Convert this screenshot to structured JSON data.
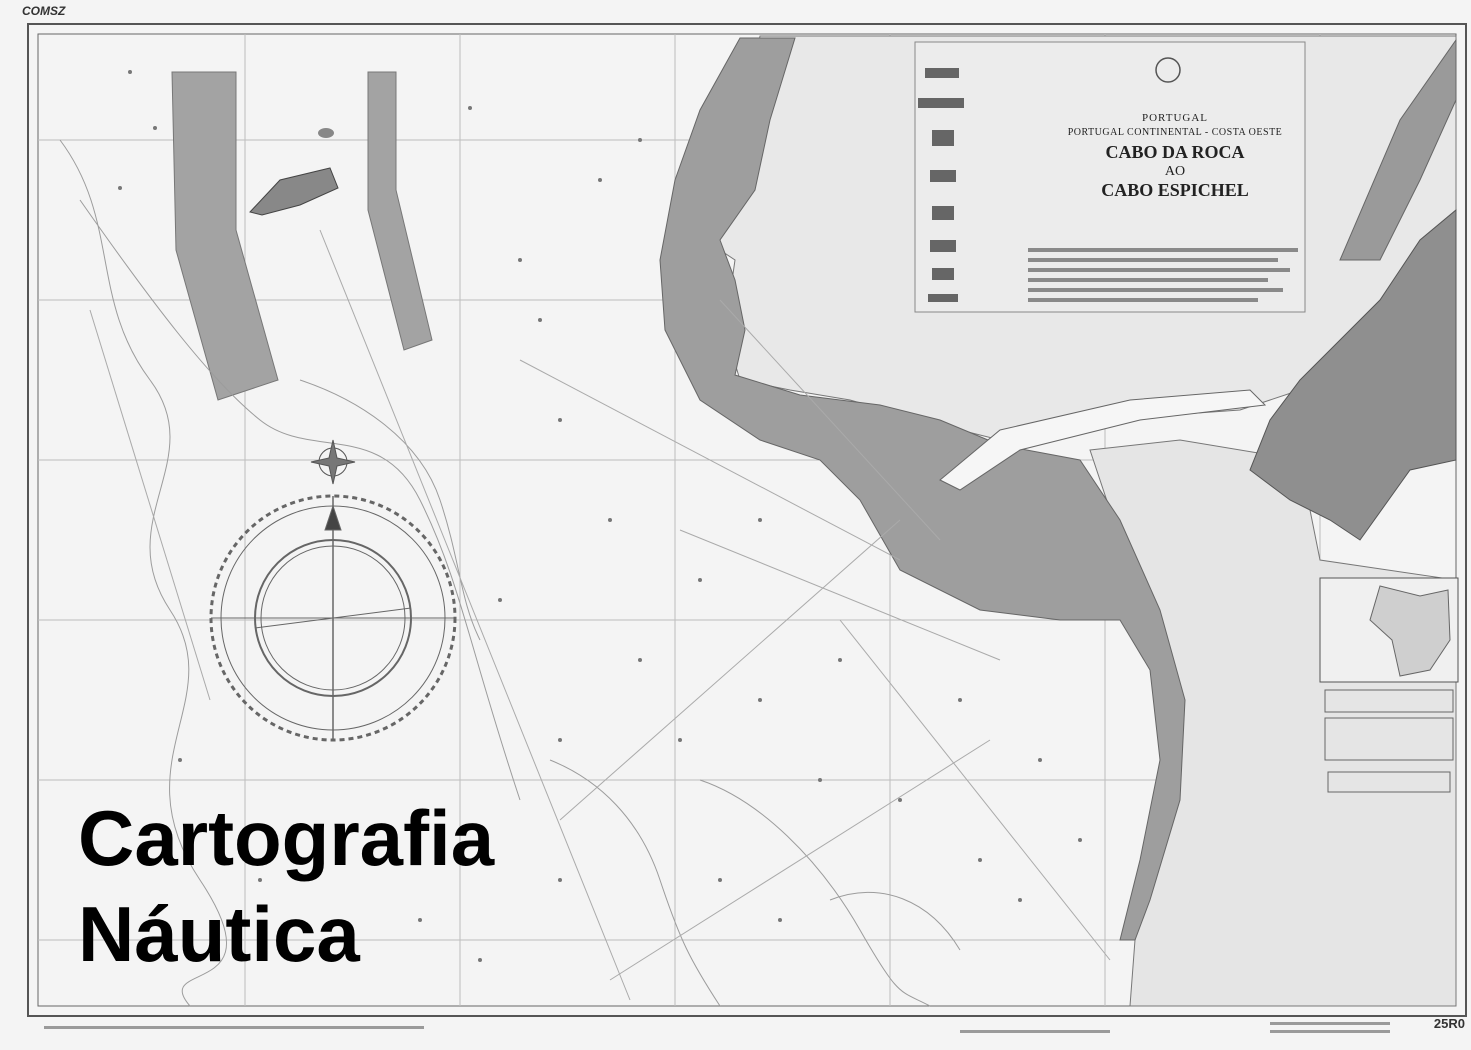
{
  "corner_code": "COMSZ",
  "chart_number": "25R0",
  "chart_title": {
    "country": "PORTUGAL",
    "region": "PORTUGAL CONTINENTAL - COSTA OESTE",
    "line1": "CABO DA ROCA",
    "line2": "AO",
    "line3": "CABO ESPICHEL"
  },
  "overlay_title": {
    "line1": "Cartografia",
    "line2": "Náutica"
  },
  "colors": {
    "paper": "#f4f4f4",
    "land": "#e6e6e6",
    "shallow_water": "#9a9a9a",
    "grid": "#b8b8b8",
    "text": "#000000"
  }
}
